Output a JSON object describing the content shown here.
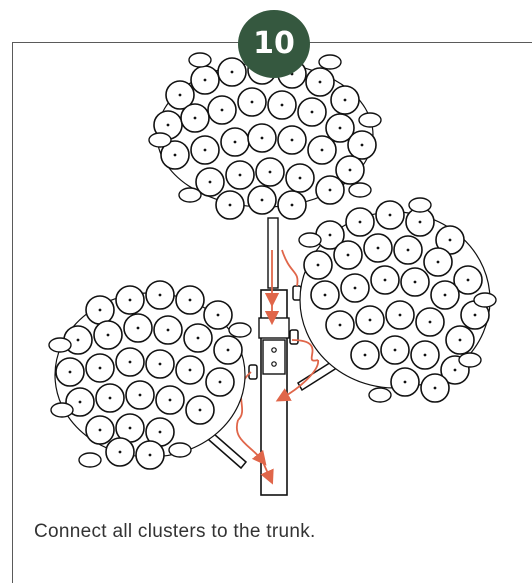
{
  "step": {
    "number": "10"
  },
  "caption": "Connect all clusters to the trunk.",
  "colors": {
    "badge": "#35583f",
    "cable": "#e0664a",
    "ink": "#111111",
    "frame": "#5a5a5a"
  },
  "illustration": {
    "parts": [
      "top-cluster",
      "right-cluster",
      "left-cluster",
      "trunk",
      "branch-connectors",
      "cables"
    ]
  }
}
